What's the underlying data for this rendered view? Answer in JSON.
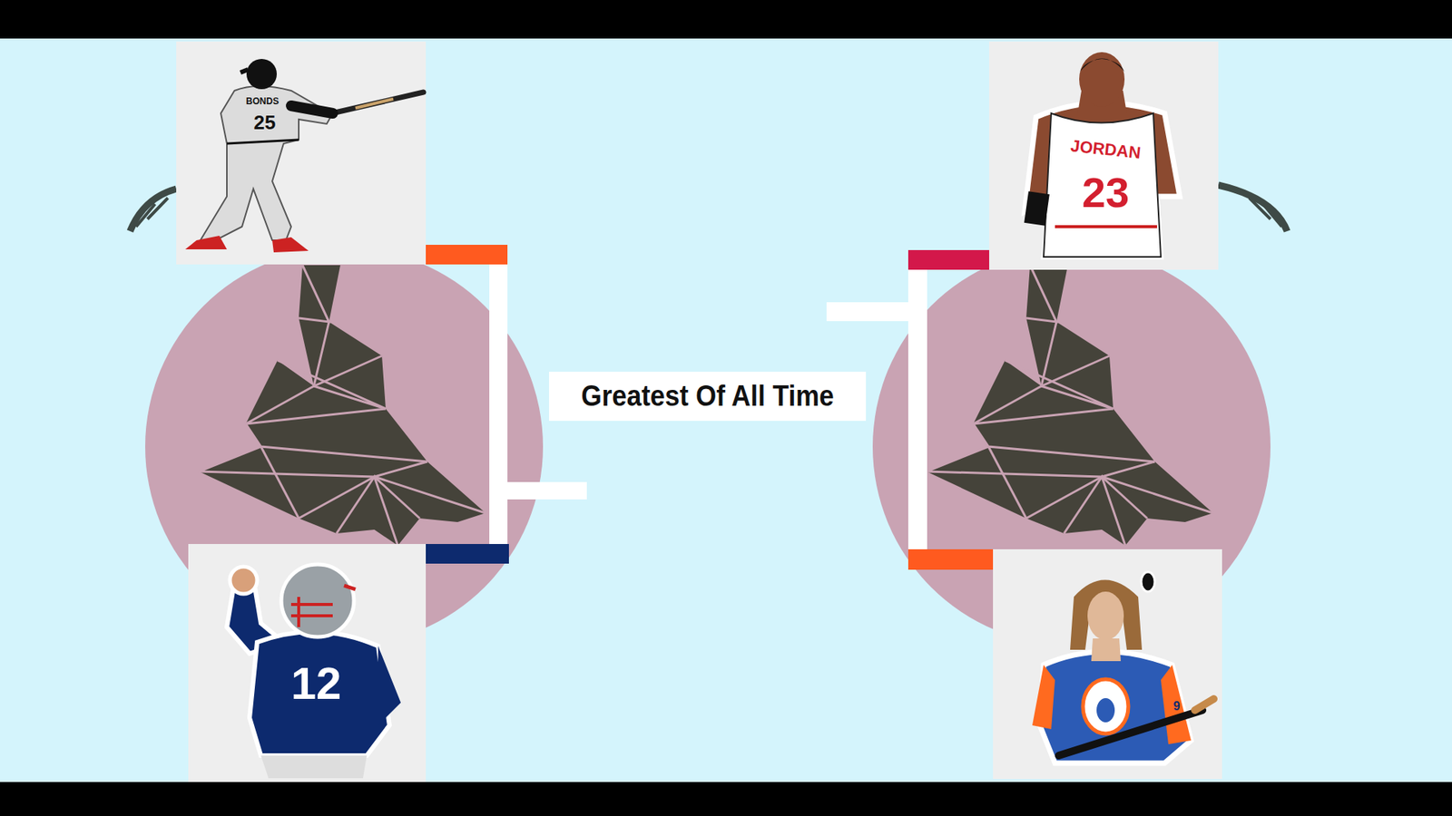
{
  "diagram": {
    "title": "Greatest Of All Time",
    "labels": [
      "BONDS",
      "25",
      "JORDAN",
      "23",
      "12",
      "9"
    ]
  }
}
